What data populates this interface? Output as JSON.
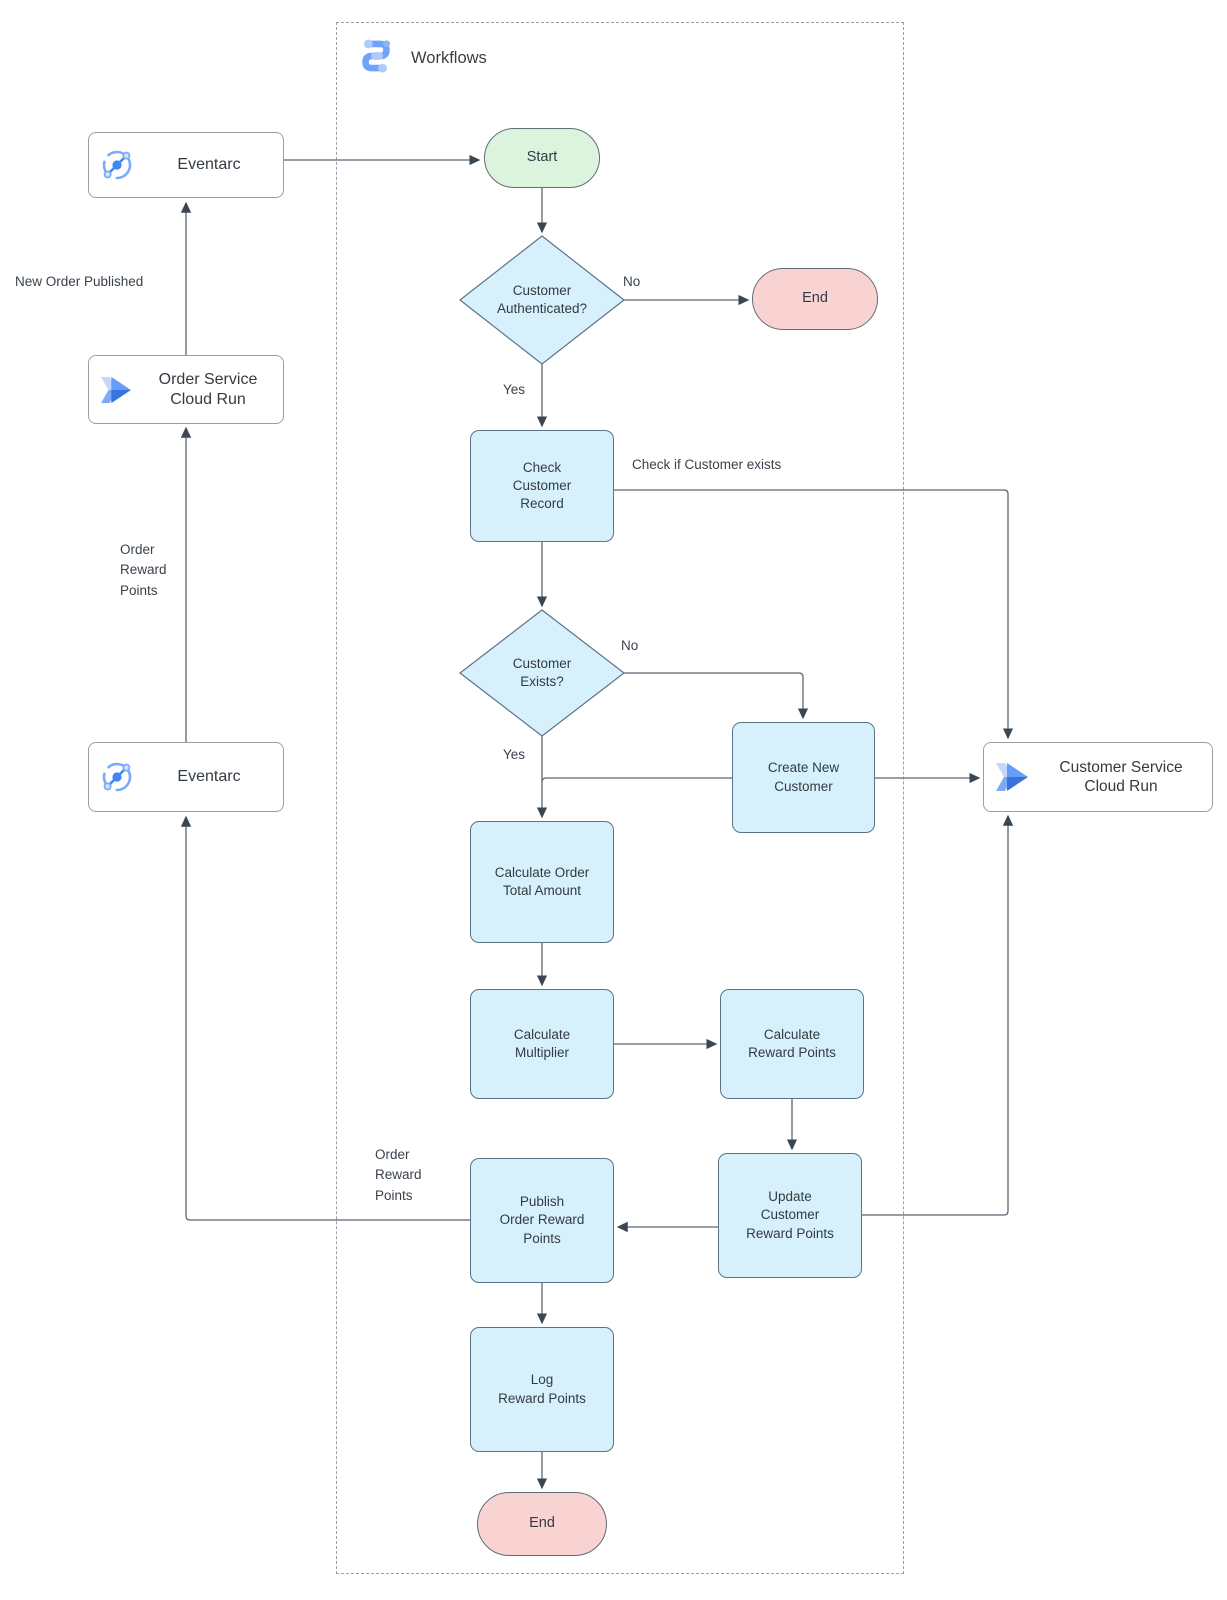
{
  "header": {
    "title": "Workflows"
  },
  "nodes": {
    "eventarc_top": "Eventarc",
    "start": "Start",
    "customer_authenticated": "Customer\nAuthenticated?",
    "end_top": "End",
    "check_customer_record": "Check\nCustomer\nRecord",
    "customer_exists": "Customer\nExists?",
    "create_new_customer": "Create New\nCustomer",
    "customer_service_cloud_run": "Customer Service\nCloud Run",
    "order_service_cloud_run": "Order Service\nCloud Run",
    "eventarc_lower": "Eventarc",
    "calculate_order_total": "Calculate Order\nTotal Amount",
    "calculate_multiplier": "Calculate\nMultiplier",
    "calculate_reward_points": "Calculate\nReward Points",
    "update_customer_reward_points": "Update\nCustomer\nReward Points",
    "publish_order_reward_points": "Publish\nOrder Reward\nPoints",
    "log_reward_points": "Log\nReward Points",
    "end_bottom": "End"
  },
  "edge_labels": {
    "auth_no": "No",
    "auth_yes": "Yes",
    "check_if_customer_exists": "Check if Customer exists",
    "exists_no": "No",
    "exists_yes": "Yes",
    "new_order_published": "New Order Published",
    "order_reward_points_left": "Order\nReward\nPoints",
    "order_reward_points_publish": "Order\nReward\nPoints"
  },
  "colors": {
    "process_fill": "#d6f1fb",
    "process_stroke": "#5c7287",
    "start_fill": "#dcf3dd",
    "end_fill": "#f8d3d1",
    "terminal_stroke": "#5f6f75",
    "service_stroke": "#98a1a8",
    "line_color": "#5a6673",
    "arrow_color": "#3a4652",
    "icon_blue": "#4285f4",
    "icon_blue_medium": "#669df6",
    "icon_blue_light": "#aecbfa",
    "text_color": "#333b42",
    "border_dashed": "#9aa0a6"
  }
}
